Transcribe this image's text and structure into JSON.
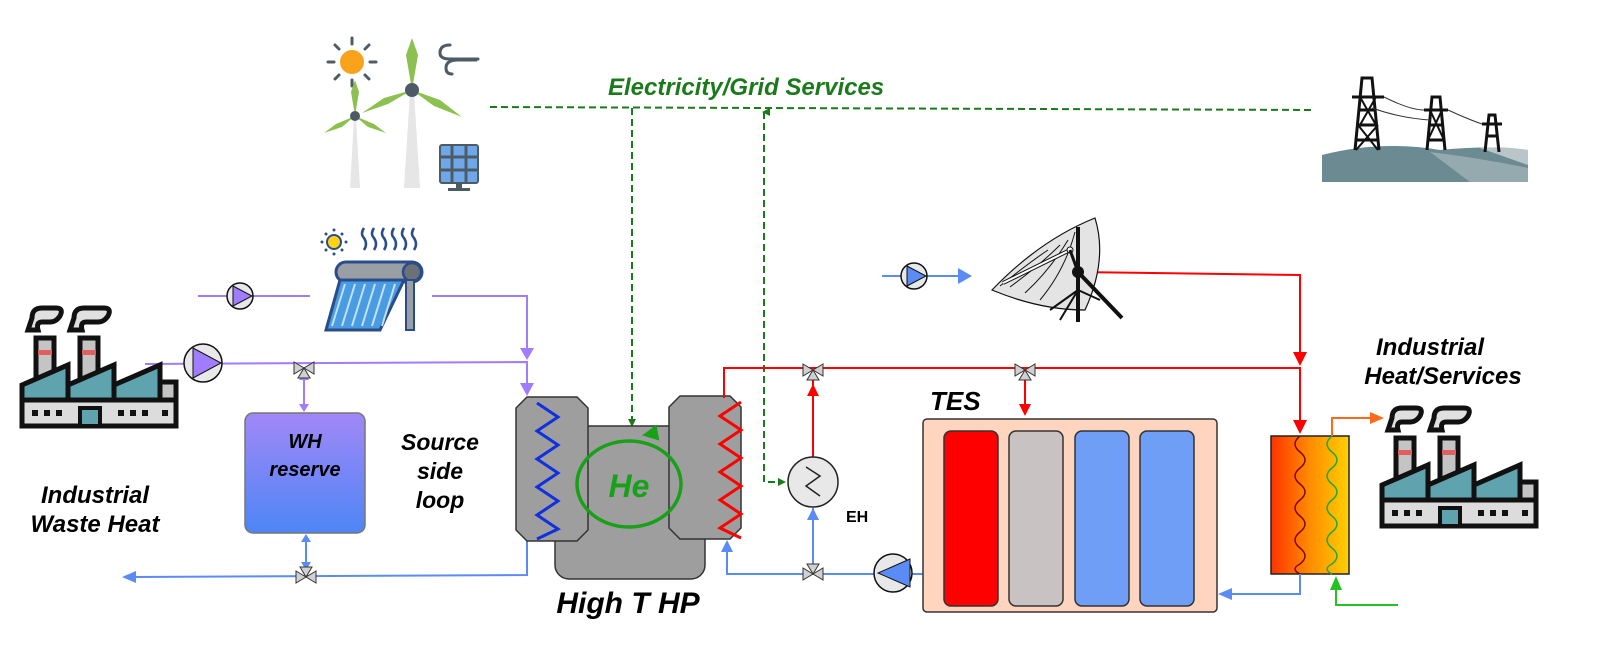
{
  "title": "Electricity/Grid Services",
  "labels": {
    "industrial_waste_heat": [
      "Industrial",
      "Waste Heat"
    ],
    "wh_reserve": [
      "WH",
      "reserve"
    ],
    "source_side_loop": [
      "Source",
      "side",
      "loop"
    ],
    "heat_pump": "High T HP",
    "working_fluid": "He",
    "electric_heater": "EH",
    "thermal_storage": "TES",
    "industrial_heat_services": [
      "Industrial",
      "Heat/Services"
    ]
  },
  "components": {
    "renewables_icon": "wind-solar-renewables",
    "grid_icon": "transmission-towers",
    "solar_thermal_collector_icon": "solar-water-heater",
    "solar_dish_icon": "parabolic-solar-dish",
    "factory_icon": "factory",
    "tes_tanks": [
      "hot",
      "medium",
      "cold",
      "cold"
    ]
  },
  "colors": {
    "electricity": "#1b7a1b",
    "source_loop": "#a07cff",
    "cold_return": "#5b8cf5",
    "hot_supply": "#ff0000",
    "helium": "#19a019",
    "hp_body": "#9e9e9e",
    "tes_body": "#ffd5bf",
    "tank_hot": "#ff0000",
    "tank_medium": "#c8c2c2",
    "tank_cold": "#6e9ef5",
    "process_out": "#ff6a1a",
    "process_in": "#22c322"
  }
}
